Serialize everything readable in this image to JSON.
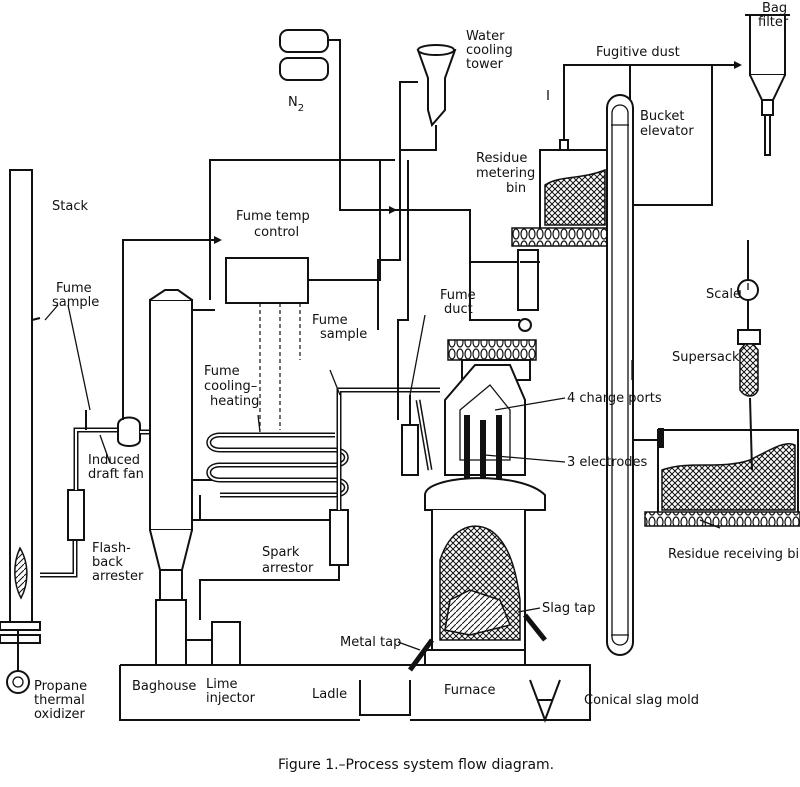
{
  "caption": "Figure 1.–Process system flow diagram.",
  "labels": {
    "stack": "Stack",
    "fume_sample_left_1": "Fume",
    "fume_sample_left_2": "sample",
    "induced_1": "Induced",
    "induced_2": "draft fan",
    "flash_1": "Flash-",
    "flash_2": "back",
    "flash_3": "arrester",
    "propane_1": "Propane",
    "propane_2": "thermal",
    "propane_3": "oxidizer",
    "n2_main": "N",
    "n2_sub": "2",
    "water_1": "Water",
    "water_2": "cooling",
    "water_3": "tower",
    "fume_temp_1": "Fume temp",
    "fume_temp_2": "control",
    "fume_sample_mid_1": "Fume",
    "fume_sample_mid_2": "sample",
    "cooling_1": "Fume",
    "cooling_2": "cooling–",
    "cooling_3": "heating",
    "fume_duct_1": "Fume",
    "fume_duct_2": "duct",
    "residue_1": "Residue",
    "residue_2": "metering",
    "residue_3": "bin",
    "fugitive": "Fugitive dust",
    "bag_1": "Bag",
    "bag_2": "filter",
    "bucket_1": "Bucket",
    "bucket_2": "elevator",
    "scale": "Scale",
    "supersack": "Supersack",
    "charge_ports": "4 charge ports",
    "electrodes": "3 electrodes",
    "residue_receiving": "Residue receiving bin",
    "spark_1": "Spark",
    "spark_2": "arrestor",
    "slag_tap": "Slag tap",
    "metal_tap": "Metal tap",
    "baghouse": "Baghouse",
    "lime_1": "Lime",
    "lime_2": "injector",
    "ladle": "Ladle",
    "furnace": "Furnace",
    "conical": "Conical slag mold"
  }
}
